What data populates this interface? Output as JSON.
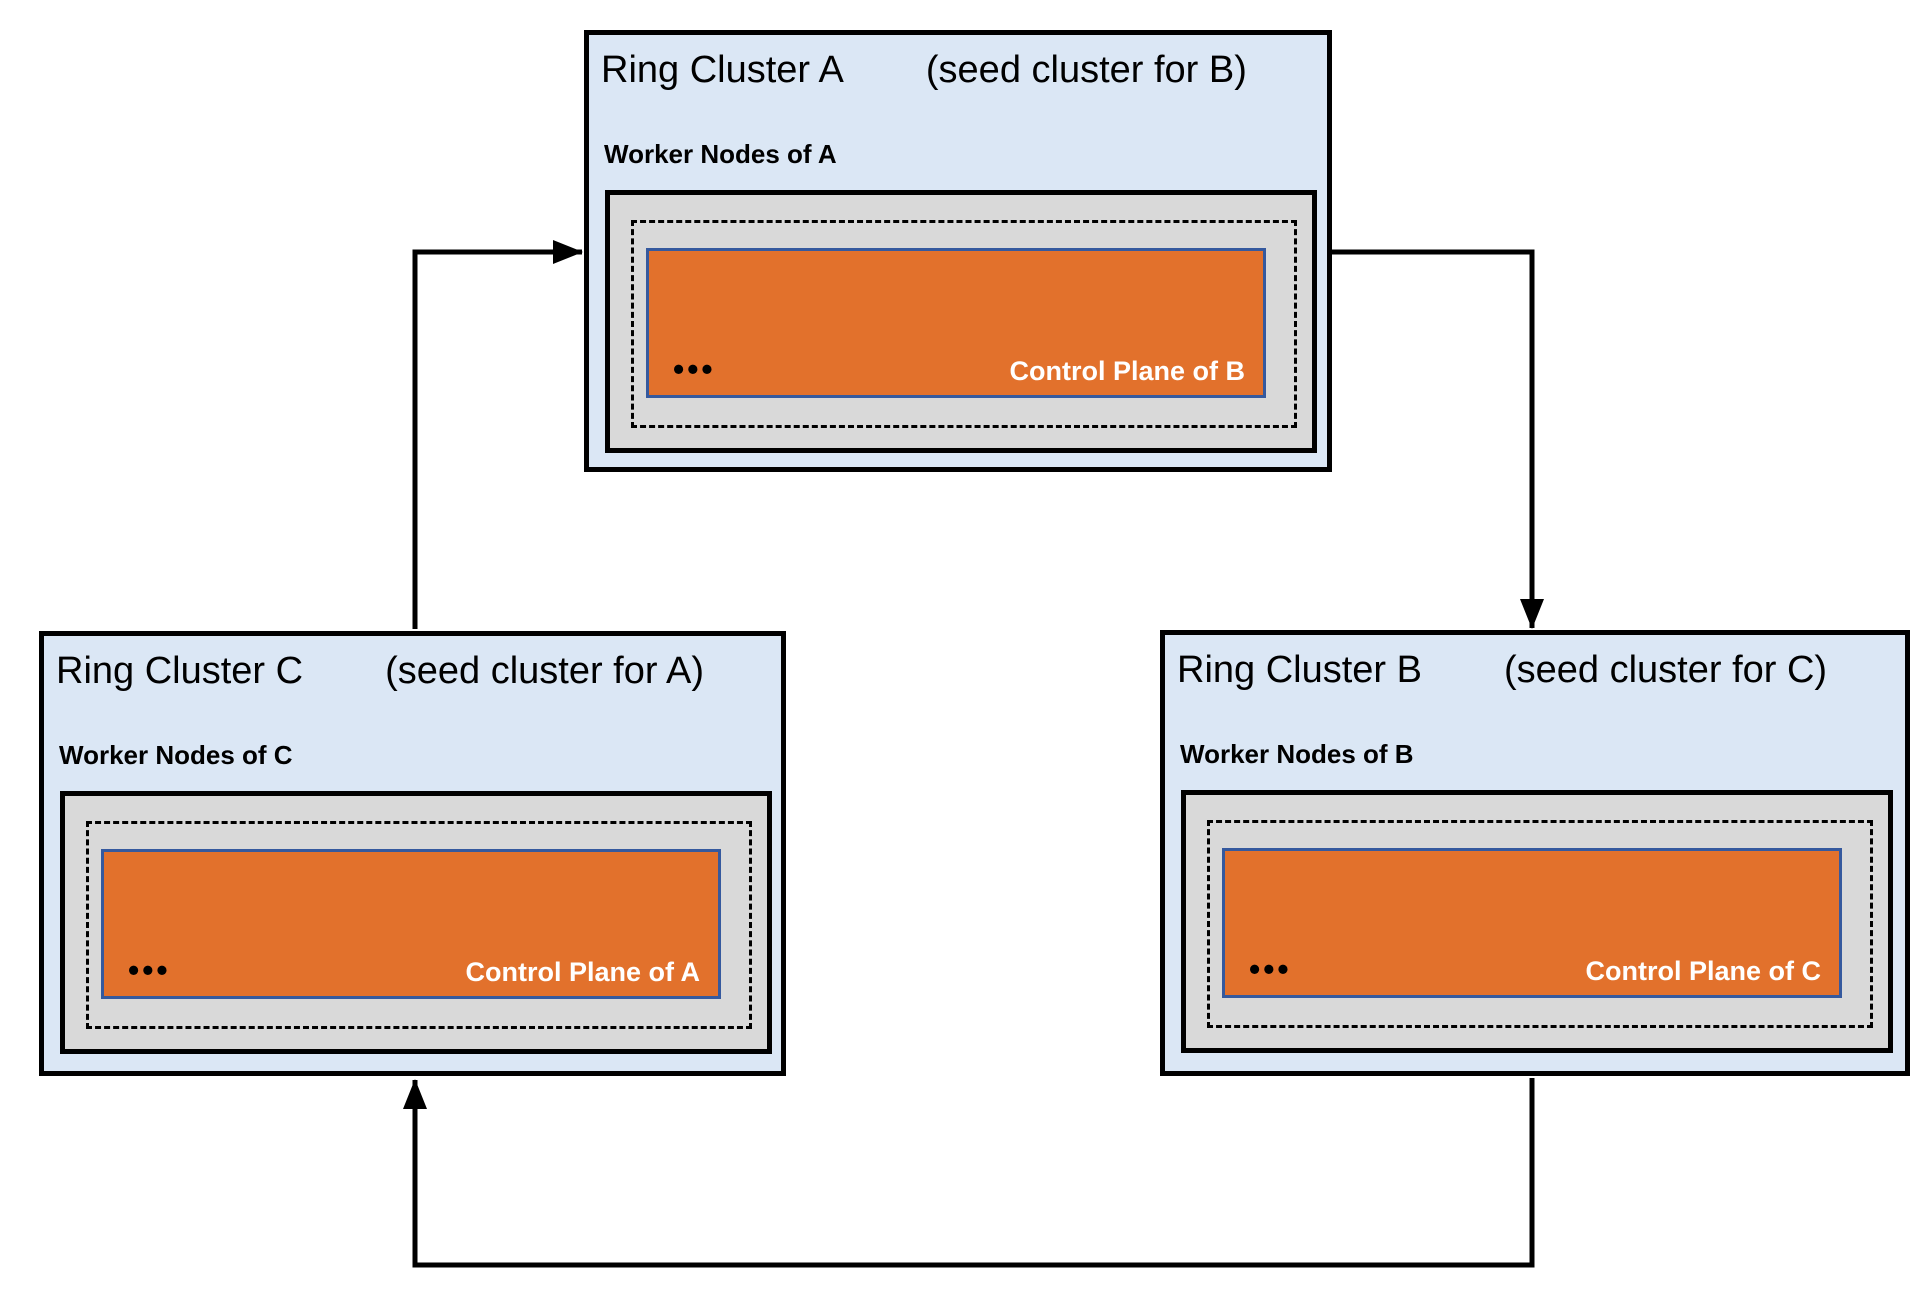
{
  "diagram": {
    "clusters": [
      {
        "id": "A",
        "title": "Ring Cluster A",
        "subtitle": "(seed cluster for B)",
        "worker_label": "Worker Nodes of A",
        "dots": "•••",
        "control_plane_label": "Control Plane of B"
      },
      {
        "id": "B",
        "title": "Ring Cluster B",
        "subtitle": "(seed cluster for C)",
        "worker_label": "Worker Nodes of B",
        "dots": "•••",
        "control_plane_label": "Control Plane of C"
      },
      {
        "id": "C",
        "title": "Ring Cluster C",
        "subtitle": "(seed cluster for A)",
        "worker_label": "Worker Nodes of C",
        "dots": "•••",
        "control_plane_label": "Control Plane of A"
      }
    ],
    "arrows": [
      {
        "name": "arrow-c-to-a",
        "from": "Ring Cluster C",
        "to": "Ring Cluster A"
      },
      {
        "name": "arrow-a-to-b",
        "from": "Ring Cluster A",
        "to": "Ring Cluster B"
      },
      {
        "name": "arrow-b-to-c",
        "from": "Ring Cluster B",
        "to": "Ring Cluster C"
      }
    ],
    "colors": {
      "cluster_bg": "#dbe7f5",
      "worker_bg": "#d9d9d9",
      "control_bg": "#e2712c",
      "control_border": "#35599e",
      "control_text": "#ffffff",
      "line": "#000000",
      "text": "#000000"
    }
  }
}
